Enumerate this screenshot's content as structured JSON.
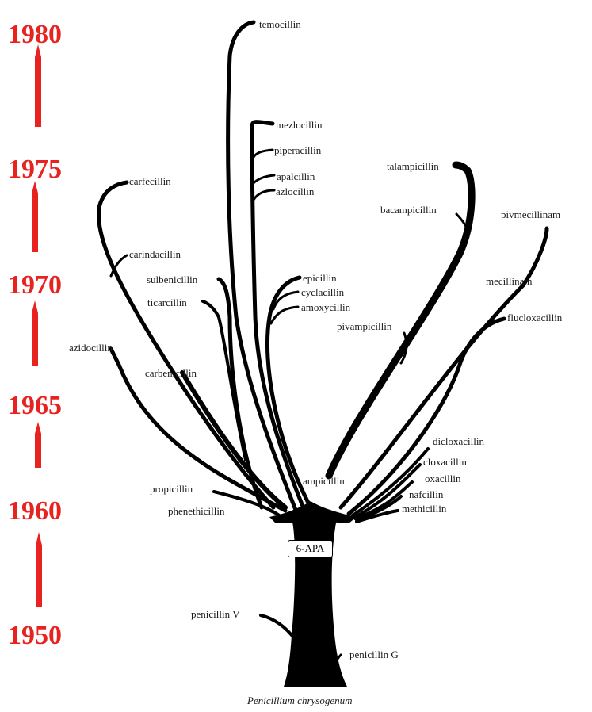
{
  "timeline": {
    "years": [
      "1980",
      "1975",
      "1970",
      "1965",
      "1960",
      "1950"
    ],
    "color": "#e8221f"
  },
  "tree": {
    "root_label": "Penicillium chrysogenum",
    "node_label": "6-APA",
    "trunk_branches": [
      "penicillin V",
      "penicillin G"
    ],
    "drugs": {
      "temocillin": "temocillin",
      "mezlocillin": "mezlocillin",
      "piperacillin": "piperacillin",
      "apalcillin": "apalcillin",
      "azlocillin": "azlocillin",
      "talampicillin": "talampicillin",
      "bacampicillin": "bacampicillin",
      "pivmecillinam": "pivmecillinam",
      "mecillinam": "mecillinam",
      "carfecillin": "carfecillin",
      "carindacillin": "carindacillin",
      "sulbenicillin": "sulbenicillin",
      "ticarcillin": "ticarcillin",
      "epicillin": "epicillin",
      "cyclacillin": "cyclacillin",
      "amoxycillin": "amoxycillin",
      "flucloxacillin": "flucloxacillin",
      "azidocillin": "azidocillin",
      "carbenicillin": "carbenicillin",
      "pivampicillin": "pivampicillin",
      "dicloxacillin": "dicloxacillin",
      "cloxacillin": "cloxacillin",
      "oxacillin": "oxacillin",
      "nafcillin": "nafcillin",
      "methicillin": "methicillin",
      "ampicillin": "ampicillin",
      "propicillin": "propicillin",
      "phenethicillin": "phenethicillin"
    }
  }
}
